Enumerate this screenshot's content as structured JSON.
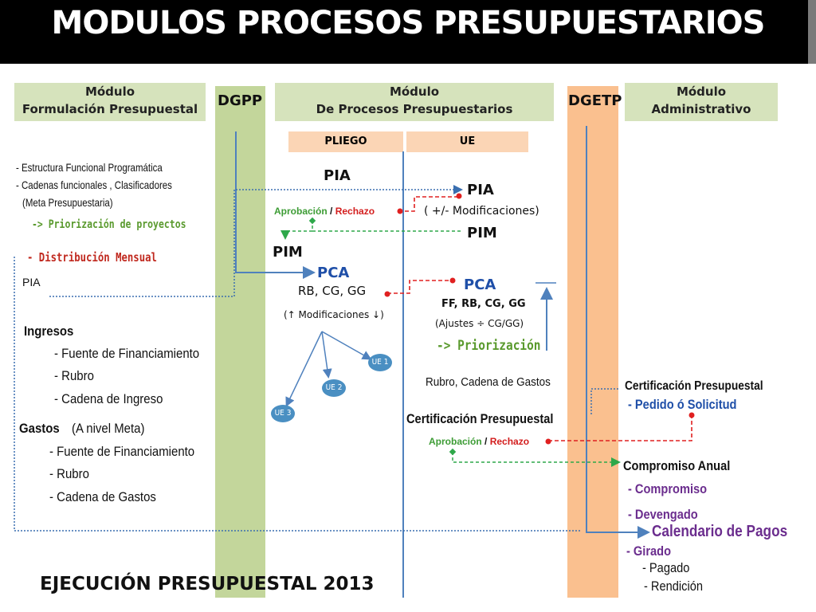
{
  "title": "MODULOS PROCESOS PRESUPUESTARIOS",
  "modules": {
    "formulacion": {
      "line1": "Módulo",
      "line2": "Formulación Presupuestal"
    },
    "procesos": {
      "line1": "Módulo",
      "line2": "De Procesos Presupuestarios"
    },
    "administrativo": {
      "line1": "Módulo",
      "line2": "Administrativo"
    }
  },
  "columns": {
    "dgpp": "DGPP",
    "dgetp": "DGETP"
  },
  "tabs": {
    "pliego": "PLIEGO",
    "ue": "UE"
  },
  "left": {
    "estructura": "- Estructura Funcional Programática",
    "cadenas": "- Cadenas funcionales , Clasificadores",
    "meta": "(Meta Presupuestaria)",
    "priorizacion": "-> Priorización de proyectos",
    "distribucion": "- Distribución Mensual",
    "pia": "PIA",
    "ingresos": "Ingresos",
    "ing_fuente": "- Fuente de Financiamiento",
    "ing_rubro": "- Rubro",
    "ing_cadena": "- Cadena de Ingreso",
    "gastos": "Gastos",
    "gastos_nivel": "(A nivel Meta)",
    "gas_fuente": "- Fuente de Financiamiento",
    "gas_rubro": "- Rubro",
    "gas_cadena": "- Cadena de Gastos"
  },
  "center": {
    "pia_pliego": "PIA",
    "pia_ue": "PIA",
    "aprobacion": "Aprobación",
    "slash": " / ",
    "rechazo": "Rechazo",
    "modificaciones": "( +/- Modificaciones)",
    "pim_ue": "PIM",
    "pim_pliego": "PIM",
    "pca_pliego": "PCA",
    "rb_cg_gg": "RB, CG, GG",
    "modif_arrows": "(↑ Modificaciones ↓)",
    "pca_ue": "PCA",
    "ff_rb": "FF, RB, CG, GG",
    "ajustes": "(Ajustes ÷ CG/GG)",
    "priorizacion": "-> Priorización",
    "ue1": "UE 1",
    "ue2": "UE 2",
    "ue3": "UE 3",
    "rubro_cadena": "Rubro, Cadena de Gastos",
    "cert": "Certificación Presupuestal",
    "aprobacion2": "Aprobación",
    "slash2": " / ",
    "rechazo2": "Rechazo"
  },
  "right": {
    "cert": "Certificación Presupuestal",
    "pedido": "- Pedido ó Solicitud",
    "compromiso_anual": "Compromiso Anual",
    "compromiso": "- Compromiso",
    "devengado": "- Devengado",
    "calendario": "Calendario de Pagos",
    "girado": "- Girado",
    "pagado": "- Pagado",
    "rendicion": "- Rendición"
  },
  "footer": "EJECUCIÓN PRESUPUESTAL 2013",
  "colors": {
    "green_col": "#c3d69b",
    "orange_col": "#fac08f",
    "blue_line": "#4f81bd",
    "red": "#e02020",
    "green_arrow": "#2ea84a"
  }
}
